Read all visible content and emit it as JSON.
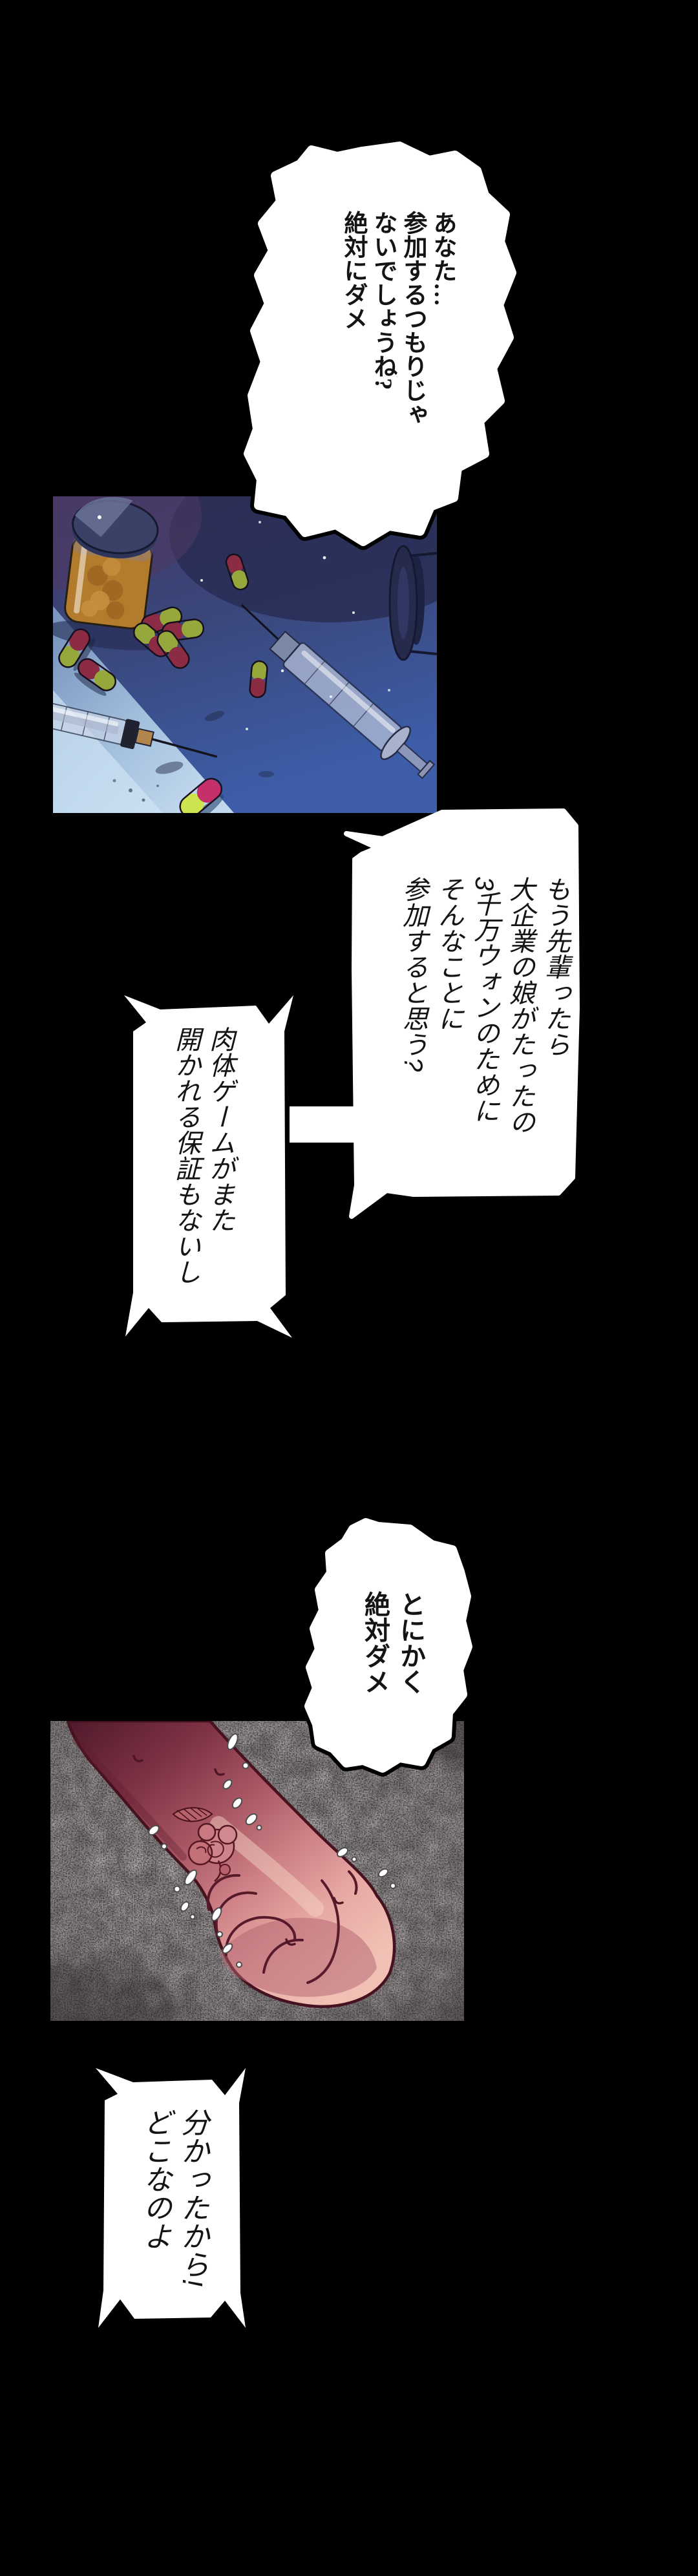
{
  "page": {
    "type": "webtoon-comic-page",
    "background": "#000000"
  },
  "bubbles": {
    "b1": {
      "shape": "wavy-cloud",
      "text": "あなた…\n参加するつもりじゃ\nないでしょうね?\n絶対にダメ"
    },
    "b2": {
      "shape": "rounded-rect-tail",
      "text": "もう先輩ったら\n大企業の娘がたったの\n3千万ウォンのために\nそんなことに\n参加すると思う?"
    },
    "b3": {
      "shape": "burst-rect",
      "text": "肉体ゲームがまた\n開かれる保証もないし"
    },
    "b4": {
      "shape": "wavy-cloud",
      "text": "とにかく\n絶対ダメ"
    },
    "b5": {
      "shape": "burst-rect",
      "text": "分かったから!\nどこなのよ"
    }
  },
  "panels": {
    "p1": {
      "description": "dark blue-lit table with tipped amber pill bottle, scattered red-green capsules and two syringes"
    },
    "p2": {
      "description": "reddened forearm with rose mark clenched into a fist, sweat drops, speckled gray background"
    }
  },
  "colors": {
    "page_bg": "#000000",
    "bubble_fill": "#ffffff",
    "bubble_text": "#141414",
    "panel1_table_blue": "#35518f",
    "panel1_light_beam": "#c9dff0",
    "panel1_shadow_purple": "#4f3862",
    "bottle_amber": "#b27c2c",
    "capsule_red": "#8c2c44",
    "capsule_green": "#96a83b",
    "capsule_bright_magenta": "#c5306a",
    "capsule_bright_lime": "#cde44e",
    "panel2_texture_gray": "#cbc3c4",
    "arm_dark_maroon": "#6b2335",
    "arm_pink": "#f0c0b4",
    "rose_outline": "#571722"
  }
}
